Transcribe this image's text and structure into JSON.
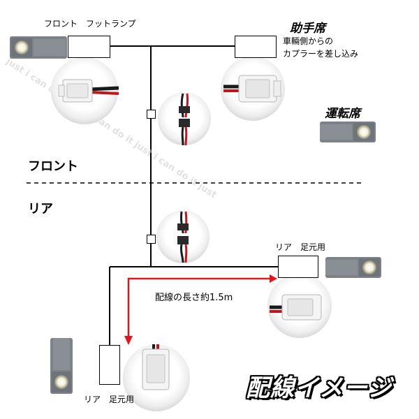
{
  "labels": {
    "front_foot_lamp": "フロント　フットランプ",
    "passenger_seat": "助手席",
    "passenger_note_line1": "車輛側からの",
    "passenger_note_line2": "カプラーを差し込み",
    "driver_seat": "運転席",
    "front_section": "フロント",
    "rear_section": "リア",
    "rear_foot_right": "リア　足元用",
    "rear_foot_left": "リア　足元用",
    "wiring_length": "配線の長さ約1.5m",
    "diagram_title": "配線イメージ"
  },
  "watermark": "just i can do it just i can do it just i can do it just",
  "colors": {
    "line": "#000000",
    "arrow": "#e8141b",
    "lamp_body": "#7d8289",
    "connector_white": "#f2f2f2",
    "wire_red": "#c0161b"
  }
}
